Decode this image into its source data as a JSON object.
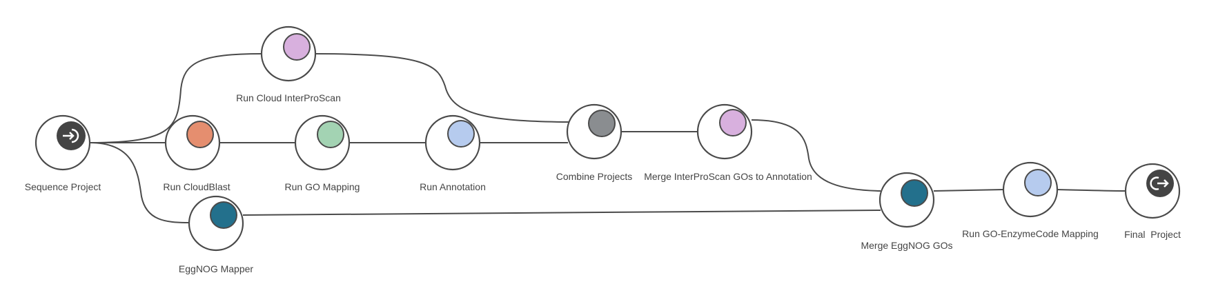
{
  "nodes": {
    "sequence_project": {
      "label": "Sequence Project",
      "icon": "input-icon",
      "color": "#444444"
    },
    "run_cloud_interproscan": {
      "label": "Run Cloud InterProScan",
      "color": "#d8b0de"
    },
    "run_cloudblast": {
      "label": "Run CloudBlast",
      "color": "#e58e6f"
    },
    "run_go_mapping": {
      "label": "Run GO Mapping",
      "color": "#a3d3b3"
    },
    "run_annotation": {
      "label": "Run Annotation",
      "color": "#b6cbee"
    },
    "eggnog_mapper": {
      "label": "EggNOG Mapper",
      "color": "#23708c"
    },
    "combine_projects": {
      "label": "Combine Projects",
      "color": "#8a8d90"
    },
    "merge_interproscan": {
      "label": "Merge InterProScan GOs to Annotation",
      "color": "#d8b0de"
    },
    "merge_eggnog": {
      "label": "Merge EggNOG GOs",
      "color": "#23708c"
    },
    "run_go_enzymecode": {
      "label": "Run GO-EnzymeCode Mapping",
      "color": "#b6cbee"
    },
    "final_project": {
      "label": "Final  Project",
      "icon": "output-icon",
      "color": "#444444"
    }
  }
}
